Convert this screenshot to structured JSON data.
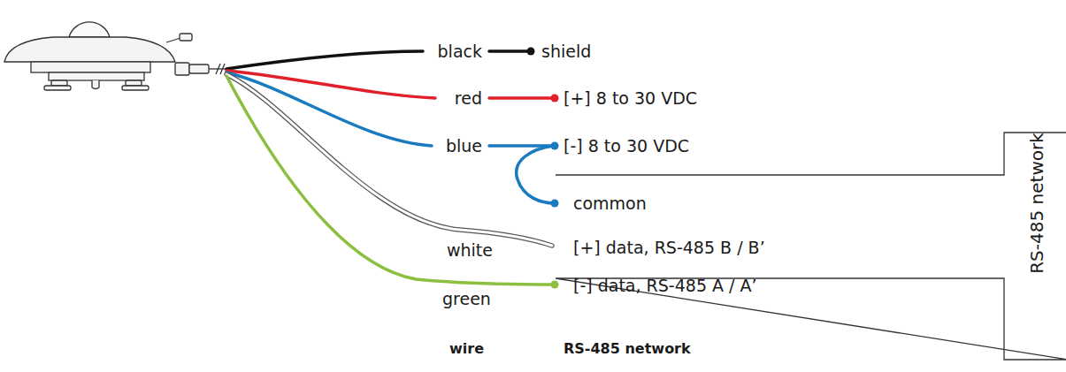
{
  "diagram": {
    "nodes": [
      {
        "text": [
          "RS-485 network",
          "common",
          "[+] data, RS-485 B / B’",
          "[-] data, RS-485 A / A’"
        ]
      }
    ],
    "labels": [
      "black",
      "shield",
      "red",
      "[+] 8 to 30 VDC",
      "blue",
      "[-] 8 to 30 VDC",
      "white",
      "green",
      "wire",
      "RS-485 network"
    ]
  }
}
